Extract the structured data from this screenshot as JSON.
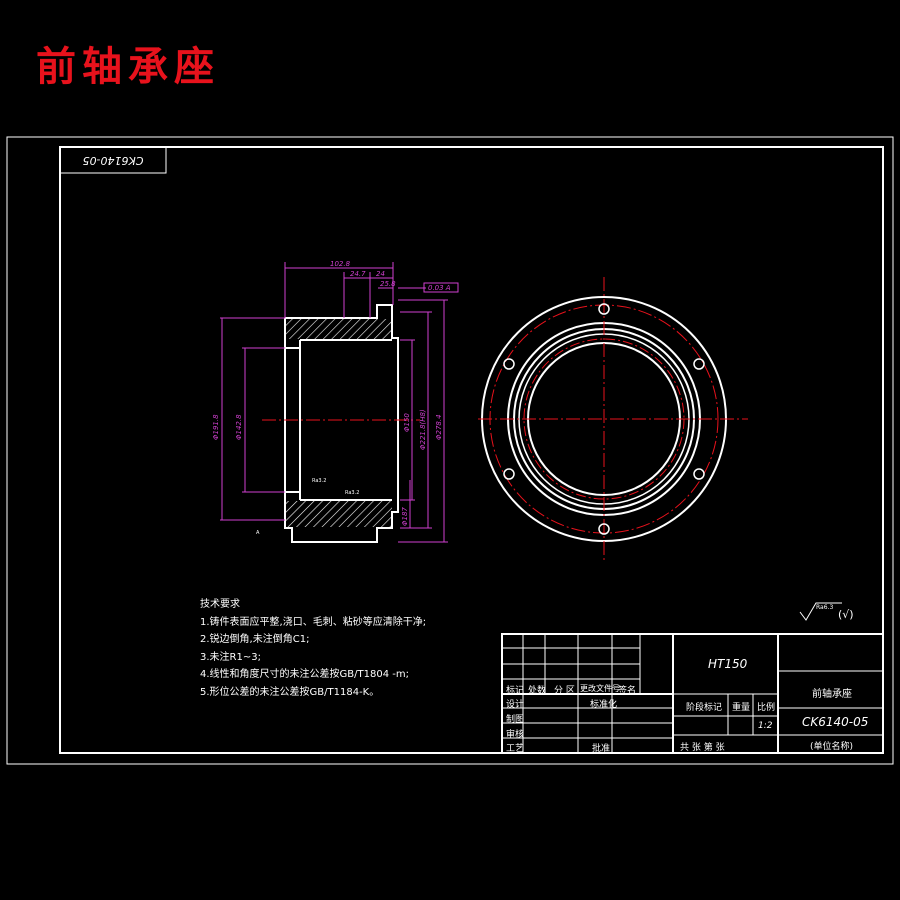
{
  "sheet_title": "前轴承座",
  "drawing_number_tab": "CK6140-05",
  "tech_requirements": {
    "heading": "技术要求",
    "items": [
      "1.铸件表面应平整,浇口、毛刺、粘砂等应清除干净;",
      "2.锐边倒角,未注倒角C1;",
      "3.未注R1~3;",
      "4.线性和角度尺寸的未注公差按GB/T1804 -m;",
      "5.形位公差的未注公差按GB/T1184-K。"
    ]
  },
  "surface_finish": {
    "value": "Ra6.3",
    "extra": "(√)"
  },
  "dimensions": {
    "length_total": "102.8",
    "d1": "24.7",
    "d2": "24",
    "d3": "25.8",
    "dia_left_1": "Φ191.8",
    "dia_left_2": "Φ142.8",
    "dia_bore": "Φ150",
    "dia_2": "Φ221.8(H8)",
    "dia_3": "Φ278.4",
    "dia_small": "Φ187",
    "callout_1": "Ra3.2",
    "callout_2": "Ra3.2",
    "datum": "A",
    "tolerance": "0.03 A"
  },
  "title_block": {
    "material": "HT150",
    "part_name": "前轴承座",
    "drawing_no": "CK6140-05",
    "scale_label": "比例",
    "weight_label": "重量",
    "stage_label": "阶段标记",
    "scale": "1:2",
    "sheets": "共  张  第  张",
    "unit_name": "(单位名称)",
    "rows": {
      "mark": "标记",
      "count": "处数",
      "zone": "分 区",
      "doc": "更改文件号",
      "sign": "签名",
      "design": "设计",
      "std": "标准化",
      "draw": "制图",
      "check": "审核",
      "process": "工艺",
      "approve": "批准"
    }
  }
}
